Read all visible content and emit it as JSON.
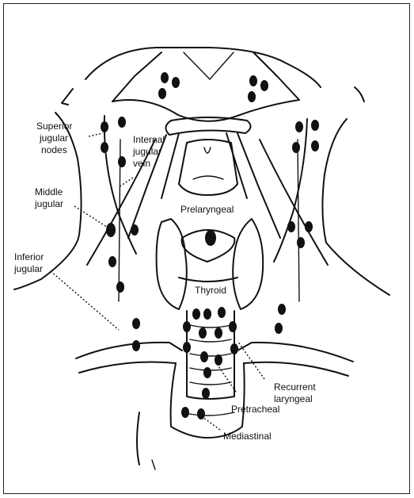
{
  "labels": {
    "superior": [
      "Superior",
      "jugular",
      "nodes"
    ],
    "internal": [
      "Internal",
      "jugular",
      "vein"
    ],
    "middle": [
      "Middle",
      "jugular"
    ],
    "inferior": [
      "Inferior",
      "jugular"
    ],
    "prelaryngeal": "Prelaryngeal",
    "thyroid": "Thyroid",
    "recurrent": [
      "Recurrent",
      "laryngeal"
    ],
    "pretracheal": "Pretracheal",
    "mediastinal": "Mediastinal"
  }
}
